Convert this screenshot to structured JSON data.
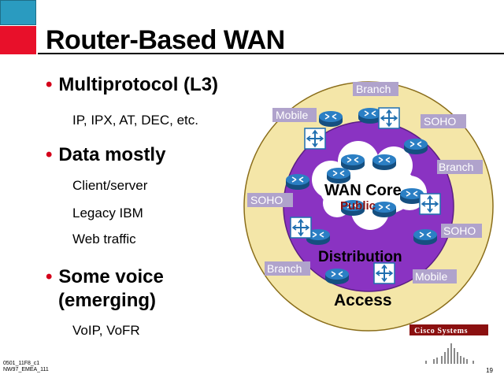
{
  "slide": {
    "title": "Router-Based WAN",
    "bullets": [
      {
        "text": "Multiprotocol (L3)",
        "sub": [
          "IP, IPX, AT, DEC, etc."
        ]
      },
      {
        "text": "Data mostly",
        "sub": [
          "Client/server",
          "Legacy IBM",
          "Web traffic"
        ]
      },
      {
        "text": "Some voice",
        "text2": "(emerging)",
        "sub": [
          "VoIP, VoFR"
        ]
      }
    ]
  },
  "diagram": {
    "core_label": "WAN Core",
    "core_sublabel": "Public",
    "distribution_label": "Distribution",
    "access_label": "Access",
    "site_labels": {
      "branch_top": "Branch",
      "mobile_top": "Mobile",
      "soho_top": "SOHO",
      "branch_right": "Branch",
      "soho_left": "SOHO",
      "soho_right": "SOHO",
      "branch_left": "Branch",
      "mobile_bottom": "Mobile"
    },
    "colors": {
      "outer_ring": "#f4e6a8",
      "distribution_ring": "#8a33c2",
      "core_cloud": "#ffffff",
      "label_box": "#b0a3cc",
      "router_blue": "#1f6fb0",
      "accent_text": "#8b1010"
    }
  },
  "footer": {
    "code_line1": "0501_11F8_c1",
    "code_line2": "NW97_EMEA_111",
    "page_number": "19",
    "logo_text": "Cisco Systems"
  }
}
